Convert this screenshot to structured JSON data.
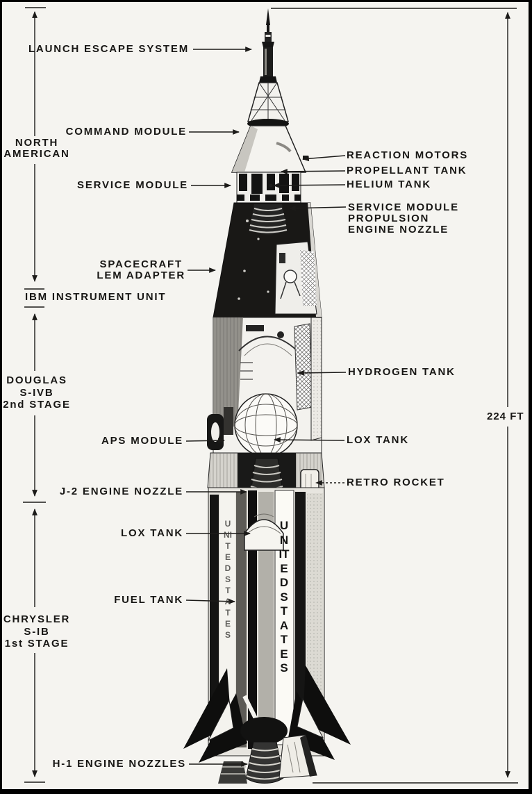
{
  "figure": {
    "height_dimension": "224 FT",
    "stage1_lettering": "UNITED STATES"
  },
  "left_labels": [
    {
      "id": "launch-escape-system",
      "text": "LAUNCH ESCAPE SYSTEM"
    },
    {
      "id": "command-module",
      "text": "COMMAND MODULE"
    },
    {
      "id": "service-module",
      "text": "SERVICE MODULE"
    },
    {
      "id": "spacecraft-lem-adapter",
      "text": "SPACECRAFT\nLEM ADAPTER"
    },
    {
      "id": "aps-module",
      "text": "APS MODULE"
    },
    {
      "id": "j2-engine-nozzle",
      "text": "J-2 ENGINE NOZZLE"
    },
    {
      "id": "lox-tank-first-stage",
      "text": "LOX TANK"
    },
    {
      "id": "fuel-tank",
      "text": "FUEL TANK"
    },
    {
      "id": "h1-engine-nozzles",
      "text": "H-1 ENGINE NOZZLES"
    }
  ],
  "right_labels": [
    {
      "id": "reaction-motors",
      "text": "REACTION MOTORS"
    },
    {
      "id": "propellant-tank",
      "text": "PROPELLANT TANK"
    },
    {
      "id": "helium-tank",
      "text": "HELIUM TANK"
    },
    {
      "id": "service-module-propulsion",
      "text": "SERVICE MODULE\nPROPULSION\nENGINE NOZZLE"
    },
    {
      "id": "hydrogen-tank",
      "text": "HYDROGEN TANK"
    },
    {
      "id": "lox-tank-second-stage",
      "text": "LOX TANK"
    },
    {
      "id": "retro-rocket",
      "text": "RETRO ROCKET"
    }
  ],
  "stage_column": [
    {
      "id": "north-american",
      "text": "NORTH\nAMERICAN"
    },
    {
      "id": "ibm-instrument-unit",
      "text": "IBM INSTRUMENT UNIT"
    },
    {
      "id": "douglas-s-ivb",
      "text": "DOUGLAS\nS-IVB\n2nd STAGE"
    },
    {
      "id": "chrysler-s-ib",
      "text": "CHRYSLER\nS-IB\n1st STAGE"
    }
  ]
}
